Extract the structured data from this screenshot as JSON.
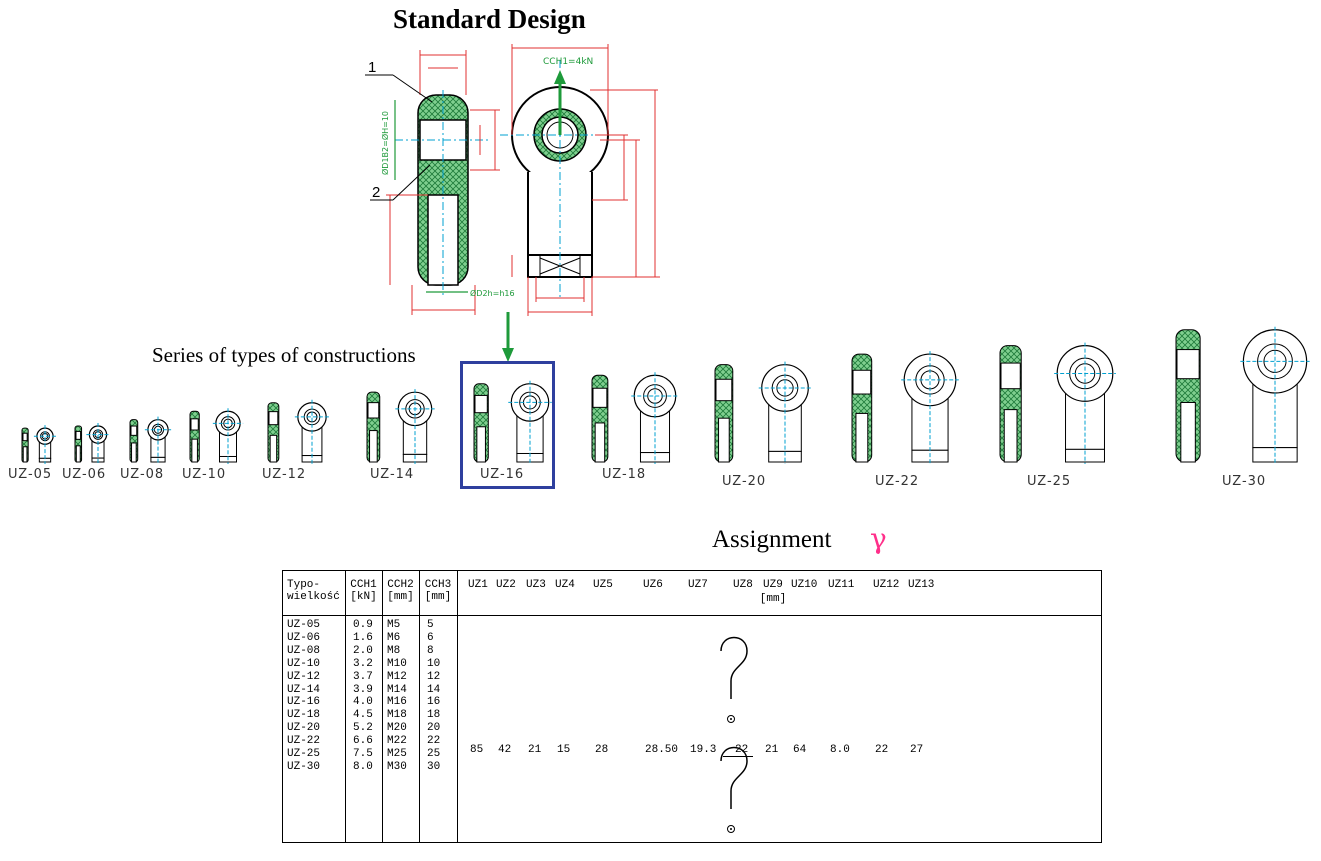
{
  "title": "Standard Design",
  "series_title": "Series of types of constructions",
  "assignment_title": "Assignment",
  "assignment_symbol": "γ",
  "drawing": {
    "callouts": [
      "1",
      "2"
    ],
    "force_label": "CCH1=4kN"
  },
  "series": [
    "UZ-05",
    "UZ-06",
    "UZ-08",
    "UZ-10",
    "UZ-12",
    "UZ-14",
    "UZ-16",
    "UZ-18",
    "UZ-20",
    "UZ-22",
    "UZ-25",
    "UZ-30"
  ],
  "highlighted": "UZ-16",
  "colors": {
    "hatch": "#2f9e4f",
    "highlight": "#2e3f9e",
    "dims": "#e03030",
    "gamma": "#ff2f8a"
  },
  "table": {
    "headers": {
      "typ": [
        "Typo-",
        "wielkość"
      ],
      "cch1": [
        "CCH1",
        "[kN]"
      ],
      "cch2": [
        "CCH2",
        "[mm]"
      ],
      "cch3": [
        "CCH3",
        "[mm]"
      ],
      "uz": [
        "UZ1",
        "UZ2",
        "UZ3",
        "UZ4",
        "UZ5",
        "UZ6",
        "UZ7",
        "UZ8",
        "UZ9",
        "UZ10",
        "UZ11",
        "UZ12",
        "UZ13"
      ],
      "unit": "[mm]"
    },
    "rows": [
      {
        "typ": "UZ-05",
        "cch1": "0.9",
        "cch2": "M5",
        "cch3": "5"
      },
      {
        "typ": "UZ-06",
        "cch1": "1.6",
        "cch2": "M6",
        "cch3": "6"
      },
      {
        "typ": "UZ-08",
        "cch1": "2.0",
        "cch2": "M8",
        "cch3": "8"
      },
      {
        "typ": "UZ-10",
        "cch1": "3.2",
        "cch2": "M10",
        "cch3": "10"
      },
      {
        "typ": "UZ-12",
        "cch1": "3.7",
        "cch2": "M12",
        "cch3": "12"
      },
      {
        "typ": "UZ-14",
        "cch1": "3.9",
        "cch2": "M14",
        "cch3": "14"
      },
      {
        "typ": "UZ-16",
        "cch1": "4.0",
        "cch2": "M16",
        "cch3": "16"
      },
      {
        "typ": "UZ-18",
        "cch1": "4.5",
        "cch2": "M18",
        "cch3": "18"
      },
      {
        "typ": "UZ-20",
        "cch1": "5.2",
        "cch2": "M20",
        "cch3": "20"
      },
      {
        "typ": "UZ-22",
        "cch1": "6.6",
        "cch2": "M22",
        "cch3": "22"
      },
      {
        "typ": "UZ-25",
        "cch1": "7.5",
        "cch2": "M25",
        "cch3": "25"
      },
      {
        "typ": "UZ-30",
        "cch1": "8.0",
        "cch2": "M30",
        "cch3": "30"
      }
    ],
    "values": [
      "85",
      "42",
      "21",
      "15",
      "28",
      "28.50",
      "19.3",
      "22",
      "21",
      "64",
      "8.0",
      "22",
      "27"
    ]
  }
}
